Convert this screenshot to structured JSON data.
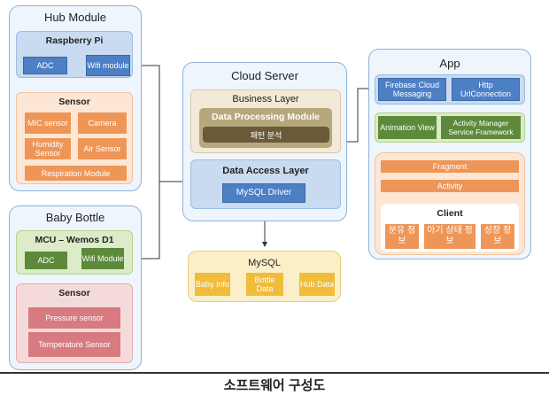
{
  "hub": {
    "title": "Hub Module",
    "rpi": {
      "title": "Raspberry Pi",
      "adc": "ADC",
      "wifi": "Wifi module"
    },
    "sensor": {
      "title": "Sensor",
      "mic": "MIC sensor",
      "camera": "Camera",
      "humidity": "Humidity Sensor",
      "air": "Air Sensor",
      "respiration": "Respiration Module"
    }
  },
  "bottle": {
    "title": "Baby Bottle",
    "mcu": {
      "title": "MCU – Wemos D1",
      "adc": "ADC",
      "wifi": "Wifi Module"
    },
    "sensor": {
      "title": "Sensor",
      "pressure": "Pressure sensor",
      "temperature": "Temperature Sensor"
    }
  },
  "cloud": {
    "title": "Cloud Server",
    "business": {
      "title": "Business Layer",
      "dpm": "Data Processing Module",
      "pattern": "패턴 분석"
    },
    "dal": {
      "title": "Data Access Layer",
      "driver": "MySQL Driver"
    }
  },
  "mysql": {
    "title": "MySQL",
    "baby": "Baby Info",
    "bottle": "Bottle Data",
    "hub": "Hub Data"
  },
  "app": {
    "title": "App",
    "firebase": "Firebase Cloud Messaging",
    "http": "Http UrlConnection",
    "animation": "Animation View",
    "activity_manager": "Activity Manager Service Framework",
    "fragment": "Fragment",
    "activity": "Activity",
    "client": {
      "title": "Client",
      "c1": "분유 정보",
      "c2": "아기 상태 정보",
      "c3": "성장 정보"
    }
  },
  "caption": "소프트웨어 구성도",
  "colors": {
    "blue": "#4d7fc4",
    "orange": "#ee9657",
    "green": "#5c8a3a",
    "pink": "#d77b80",
    "gold": "#f0bc3a",
    "panel_border": "#8fb3d6"
  }
}
